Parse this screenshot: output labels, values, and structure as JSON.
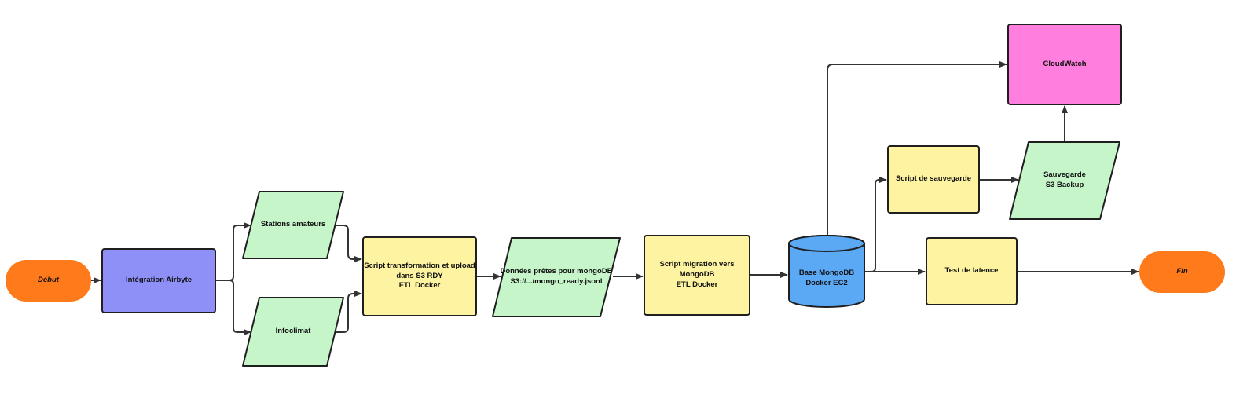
{
  "colors": {
    "terminal": "#ff7a1a",
    "process_purple": "#8f8ff8",
    "process_yellow": "#fdf3a0",
    "data_green": "#c5f5c9",
    "database_blue": "#5ba8f5",
    "monitor_pink": "#ff7ede",
    "edge": "#333333"
  },
  "nodes": {
    "debut": "Début",
    "airbyte": "Intégration Airbyte",
    "stations": "Stations amateurs",
    "infoclimat": "Infoclimat",
    "transform": "Script transformation et upload\ndans S3 RDY\nETL Docker",
    "donnees": "Données prêtes pour mongoDB\nS3://.../mongo_ready.jsonl",
    "migration": "Script migration vers\nMongoDB\nETL Docker",
    "mongodb": "Base MongoDB\nDocker EC2",
    "sauvegarde_script": "Script de sauvegarde",
    "sauvegarde": "Sauvegarde\nS3 Backup",
    "cloudwatch": "CloudWatch",
    "latence": "Test de latence",
    "fin": "Fin"
  },
  "edges": [
    [
      "debut",
      "airbyte"
    ],
    [
      "airbyte",
      "stations"
    ],
    [
      "airbyte",
      "infoclimat"
    ],
    [
      "stations",
      "transform"
    ],
    [
      "infoclimat",
      "transform"
    ],
    [
      "transform",
      "donnees"
    ],
    [
      "donnees",
      "migration"
    ],
    [
      "migration",
      "mongodb"
    ],
    [
      "mongodb",
      "cloudwatch"
    ],
    [
      "mongodb",
      "sauvegarde_script"
    ],
    [
      "mongodb",
      "latence"
    ],
    [
      "sauvegarde_script",
      "sauvegarde"
    ],
    [
      "sauvegarde",
      "cloudwatch"
    ],
    [
      "latence",
      "fin"
    ]
  ]
}
